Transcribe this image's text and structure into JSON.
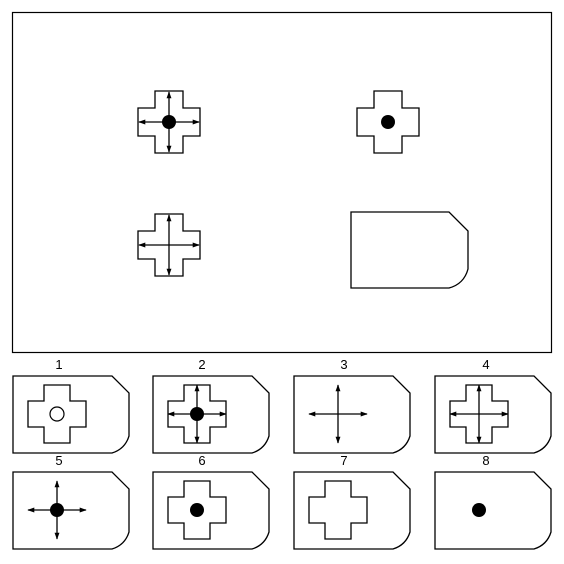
{
  "matrix": {
    "cells": [
      {
        "shape": "cross",
        "arrows": true,
        "dot": "filled"
      },
      {
        "shape": "cross",
        "arrows": false,
        "dot": "filled"
      },
      {
        "shape": "cross",
        "arrows": true,
        "dot": "none"
      },
      {
        "shape": "blank-tab",
        "arrows": false,
        "dot": "none"
      }
    ]
  },
  "options": [
    {
      "label": "1",
      "cross": true,
      "arrows": false,
      "dot": "hollow"
    },
    {
      "label": "2",
      "cross": true,
      "arrows": true,
      "dot": "filled"
    },
    {
      "label": "3",
      "cross": false,
      "arrows": true,
      "dot": "none"
    },
    {
      "label": "4",
      "cross": true,
      "arrows": true,
      "dot": "none"
    },
    {
      "label": "5",
      "cross": false,
      "arrows": true,
      "dot": "filled"
    },
    {
      "label": "6",
      "cross": true,
      "arrows": false,
      "dot": "filled"
    },
    {
      "label": "7",
      "cross": true,
      "arrows": false,
      "dot": "none"
    },
    {
      "label": "8",
      "cross": false,
      "arrows": false,
      "dot": "filled"
    }
  ],
  "colors": {
    "stroke": "#000000",
    "background": "#ffffff"
  }
}
